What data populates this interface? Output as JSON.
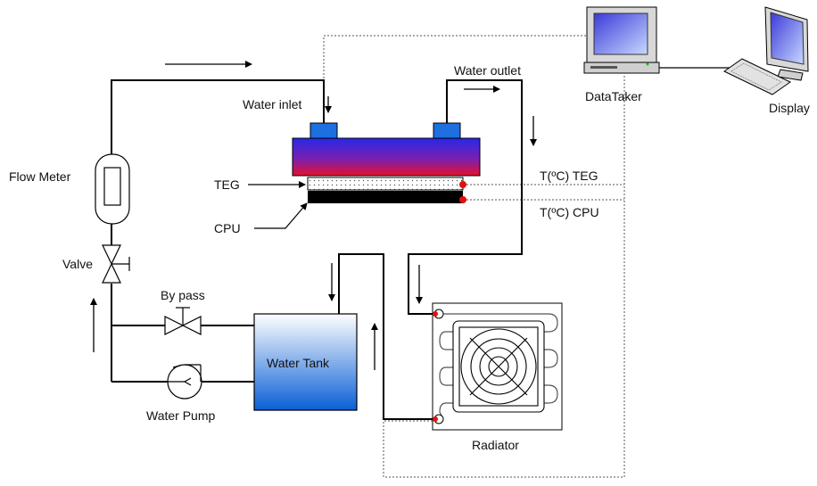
{
  "labels": {
    "flow_meter": "Flow Meter",
    "valve": "Valve",
    "by_pass": "By pass",
    "water_pump": "Water Pump",
    "water_tank": "Water Tank",
    "water_inlet": "Water inlet",
    "water_outlet": "Water outlet",
    "teg": "TEG",
    "cpu": "CPU",
    "t_teg": "T(ºC) TEG",
    "t_cpu": "T(ºC) CPU",
    "datataker": "DataTaker",
    "display": "Display",
    "radiator": "Radiator"
  },
  "colors": {
    "block_top": "#2020e0",
    "block_bottom": "#e01030",
    "tank_top": "#ffffff",
    "tank_bottom": "#0a5fd6",
    "sensor": "#e01010",
    "line": "#000000"
  },
  "icons": {
    "computer": "desktop-computer-icon",
    "display": "monitor-icon",
    "pump": "pump-icon",
    "valve": "valve-icon",
    "radiator_fan": "fan-icon"
  }
}
